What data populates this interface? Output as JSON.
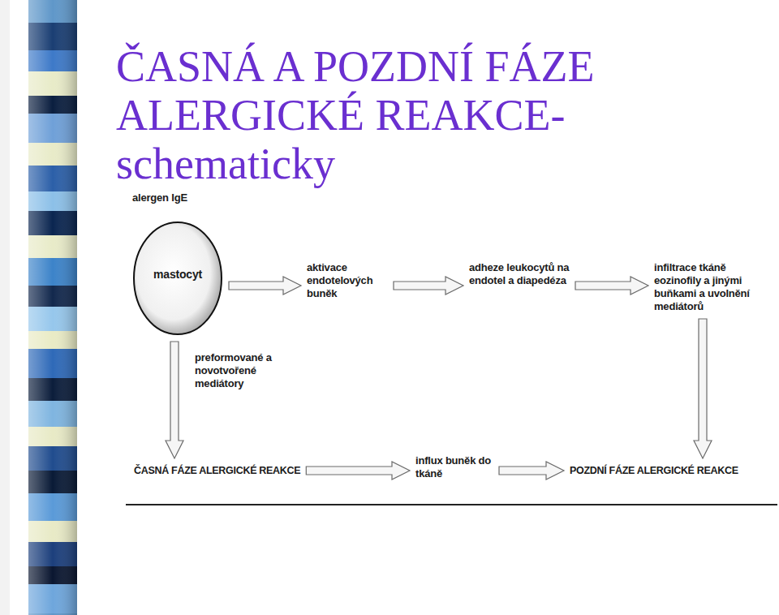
{
  "diagram": {
    "title": "ČASNÁ A POZDNÍ FÁZE ALERGICKÉ REAKCE-schematicky",
    "nodes": [
      {
        "text": [
          "alergen IgE",
          "mastocyt"
        ]
      },
      {
        "text": [
          "aktivace endotelových buněk"
        ]
      },
      {
        "text": [
          "adheze leukocytů na endotel a diapedéza"
        ]
      },
      {
        "text": [
          "infiltrace tkáně eozinofily a jinými buňkami a uvolnění mediátorů"
        ]
      },
      {
        "text": [
          "ČASNÁ FÁZE ALERGICKÉ REAKCE"
        ]
      },
      {
        "text": [
          "influx buněk do tkáně"
        ]
      },
      {
        "text": [
          "POZDNÍ FÁZE ALERGICKÉ REAKCE"
        ]
      }
    ],
    "edges": [
      {
        "from": 0,
        "to": 1,
        "arrow": "to"
      },
      {
        "from": 1,
        "to": 2,
        "arrow": "to"
      },
      {
        "from": 2,
        "to": 3,
        "arrow": "to"
      },
      {
        "from": 3,
        "to": 6,
        "arrow": "to"
      },
      {
        "from": 0,
        "to": 4,
        "arrow": "to",
        "label": "preformované a novotvořené mediátory"
      },
      {
        "from": 4,
        "to": 5,
        "arrow": "to"
      },
      {
        "from": 5,
        "to": 6,
        "arrow": "to"
      }
    ]
  }
}
